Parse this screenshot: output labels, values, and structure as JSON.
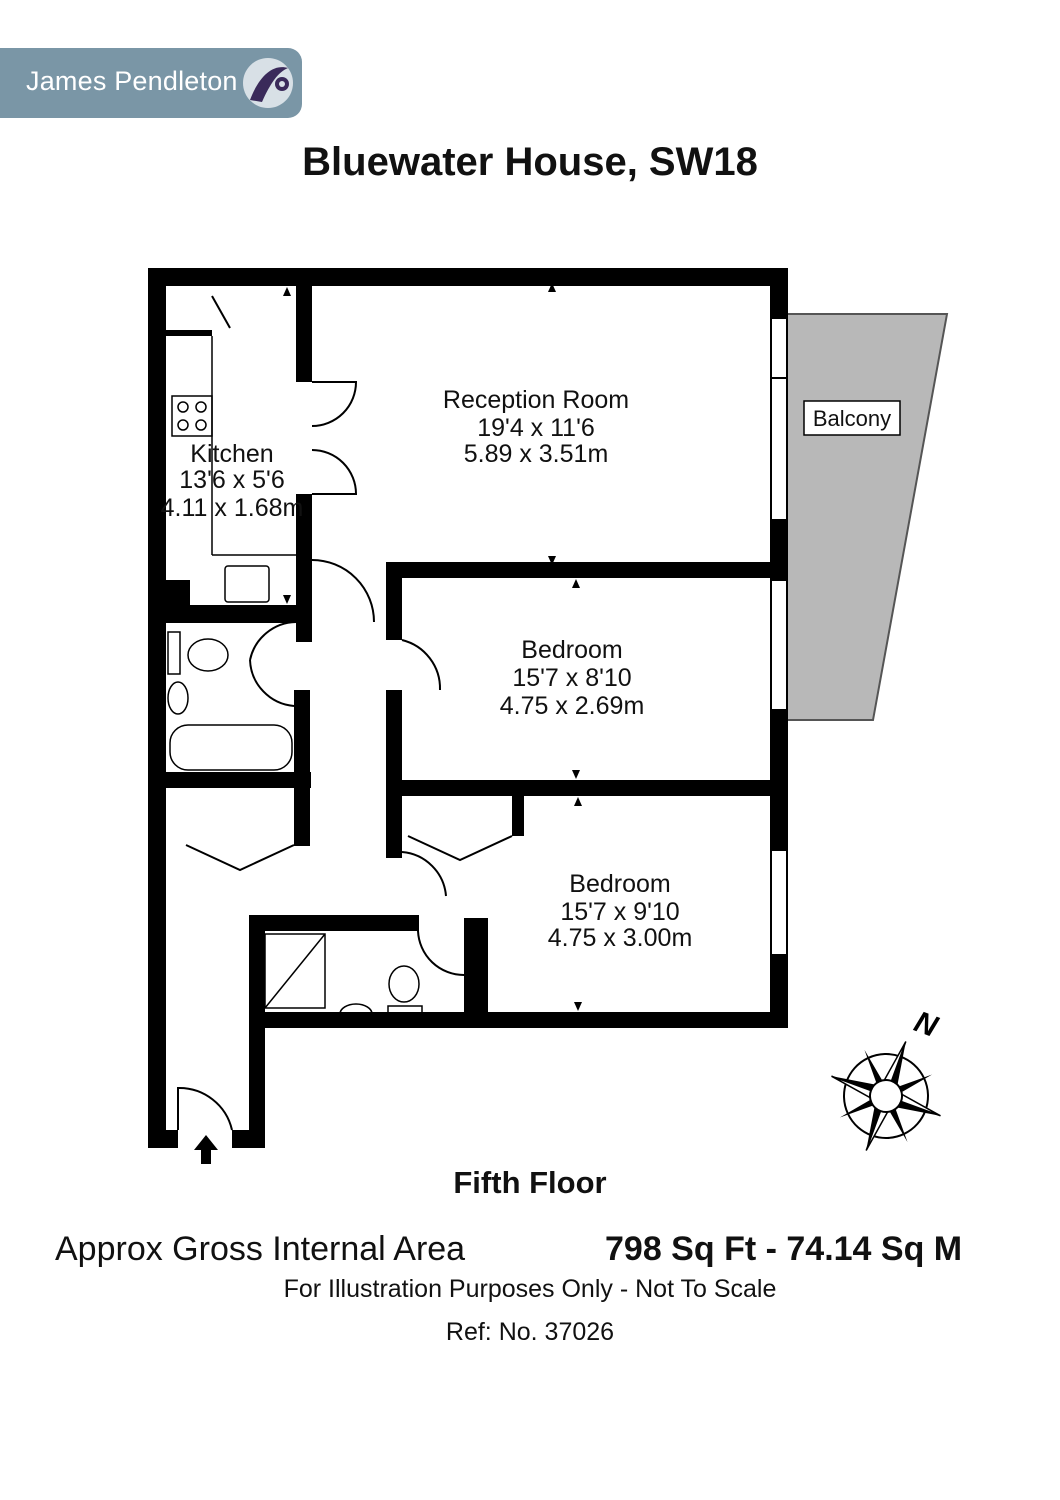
{
  "brand": {
    "name": "James Pendleton",
    "color": "#7a96a6"
  },
  "title": "Bluewater House, SW18",
  "rooms": [
    {
      "name": "Reception Room",
      "imperial": "19'4 x 11'6",
      "metric": "5.89 x 3.51m"
    },
    {
      "name": "Kitchen",
      "imperial": "13'6 x 5'6",
      "metric": "4.11 x 1.68m"
    },
    {
      "name": "Bedroom",
      "imperial": "15'7 x 8'10",
      "metric": "4.75 x 2.69m"
    },
    {
      "name": "Bedroom",
      "imperial": "15'7 x 9'10",
      "metric": "4.75 x 3.00m"
    }
  ],
  "balcony": {
    "label": "Balcony",
    "fill": "#b8b8b8"
  },
  "compass": {
    "label": "N"
  },
  "floor_label": "Fifth Floor",
  "area": {
    "label": "Approx Gross Internal Area",
    "value": "798 Sq Ft  -  74.14 Sq M"
  },
  "disclaimer": "For Illustration Purposes Only - Not To Scale",
  "reference": "Ref: No. 37026",
  "icons": [
    "logo-mark-icon",
    "compass-rose-icon",
    "entrance-arrow-icon"
  ],
  "colors": {
    "wall": "#000000",
    "logo_bg": "#7a96a6",
    "logo_mark": "#3a2a5a"
  }
}
